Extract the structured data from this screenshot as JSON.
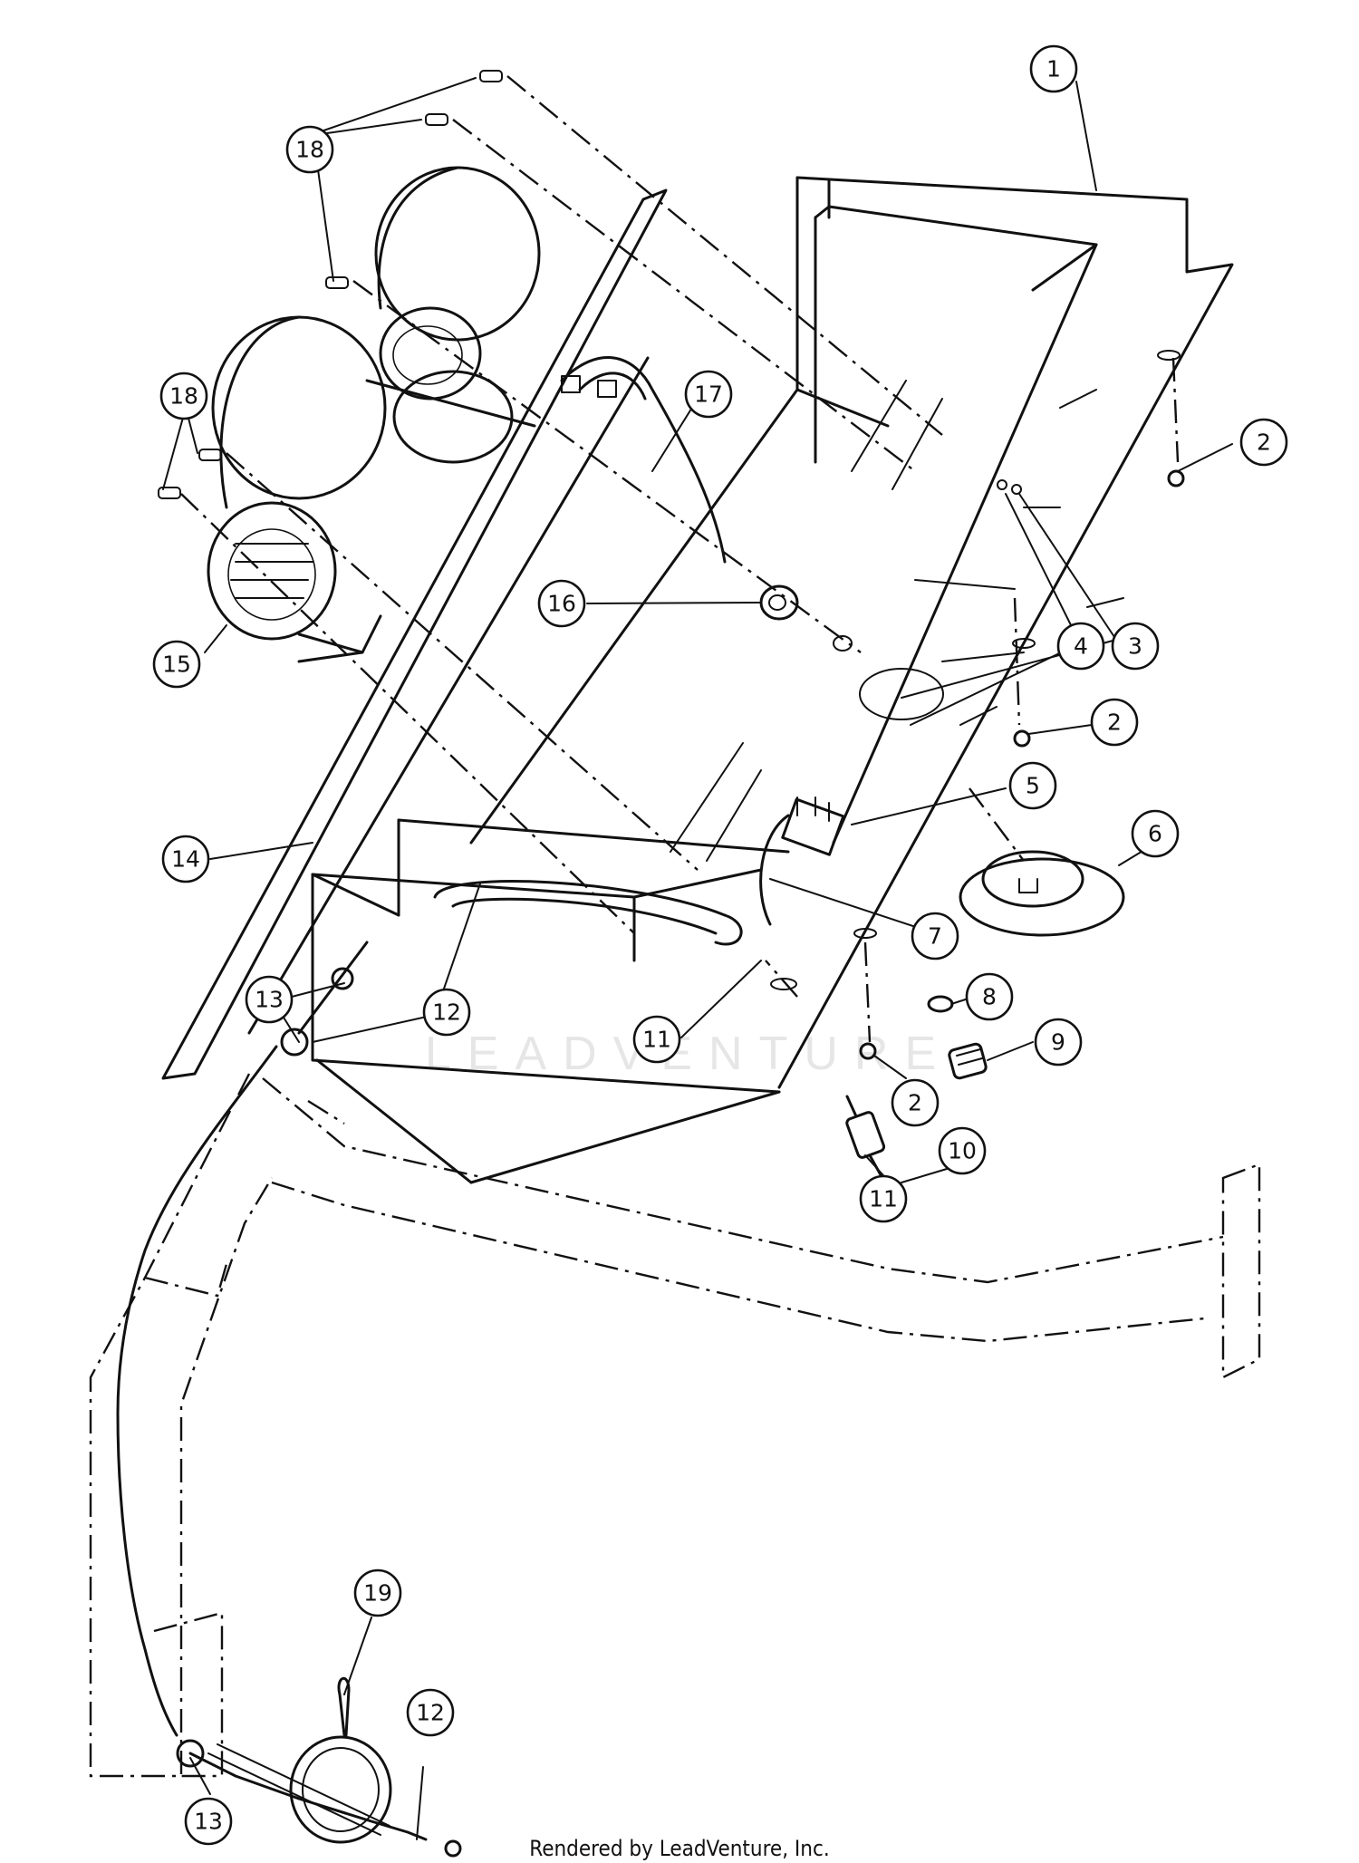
{
  "watermark": "LEADVENTURE",
  "footer": "Rendered by LeadVenture, Inc.",
  "callouts": [
    {
      "id": "1",
      "label": "1"
    },
    {
      "id": "2a",
      "label": "2"
    },
    {
      "id": "2b",
      "label": "2"
    },
    {
      "id": "2c",
      "label": "2"
    },
    {
      "id": "3",
      "label": "3"
    },
    {
      "id": "4",
      "label": "4"
    },
    {
      "id": "5",
      "label": "5"
    },
    {
      "id": "6",
      "label": "6"
    },
    {
      "id": "7",
      "label": "7"
    },
    {
      "id": "8",
      "label": "8"
    },
    {
      "id": "9",
      "label": "9"
    },
    {
      "id": "10",
      "label": "10"
    },
    {
      "id": "11a",
      "label": "11"
    },
    {
      "id": "11b",
      "label": "11"
    },
    {
      "id": "12a",
      "label": "12"
    },
    {
      "id": "12b",
      "label": "12"
    },
    {
      "id": "13a",
      "label": "13"
    },
    {
      "id": "13b",
      "label": "13"
    },
    {
      "id": "14",
      "label": "14"
    },
    {
      "id": "15",
      "label": "15"
    },
    {
      "id": "16",
      "label": "16"
    },
    {
      "id": "17",
      "label": "17"
    },
    {
      "id": "18a",
      "label": "18"
    },
    {
      "id": "18b",
      "label": "18"
    },
    {
      "id": "19",
      "label": "19"
    }
  ]
}
